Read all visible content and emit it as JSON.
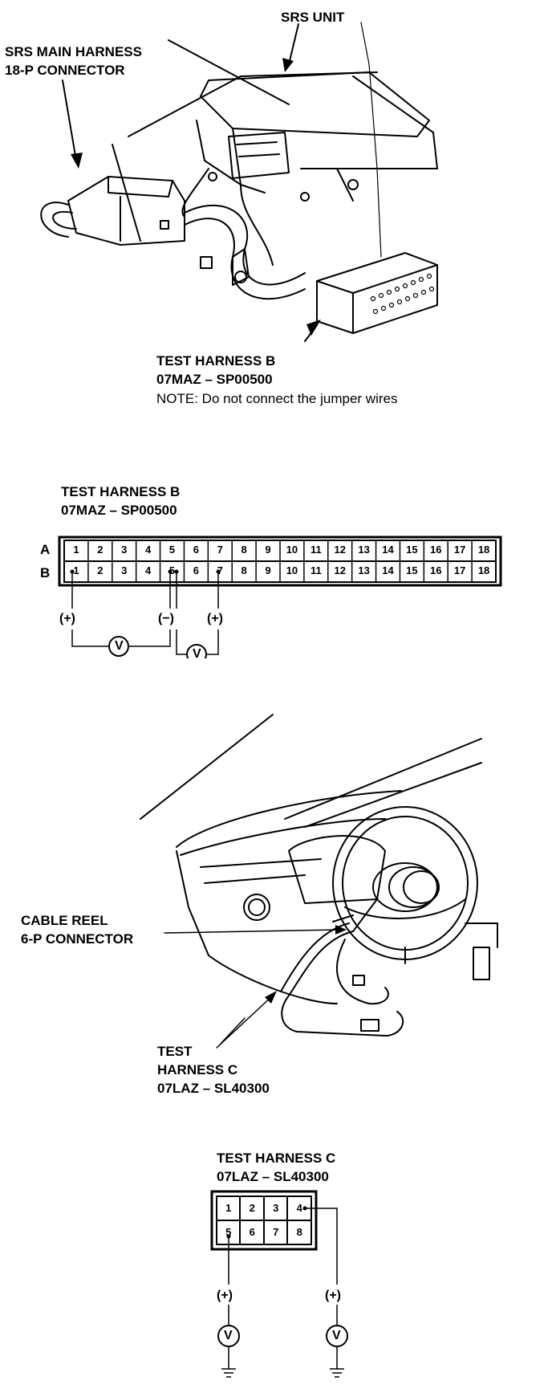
{
  "figure1": {
    "srs_unit": "SRS UNIT",
    "main_harness_line1": "SRS MAIN HARNESS",
    "main_harness_line2": "18-P CONNECTOR",
    "test_harness_b": "TEST HARNESS B",
    "test_harness_b_part": "07MAZ – SP00500",
    "note": "NOTE:  Do not connect the jumper wires"
  },
  "figure2": {
    "title": "TEST HARNESS B",
    "part": "07MAZ – SP00500",
    "row_a": "A",
    "row_b": "B",
    "pins": [
      "1",
      "2",
      "3",
      "4",
      "5",
      "6",
      "7",
      "8",
      "9",
      "10",
      "11",
      "12",
      "13",
      "14",
      "15",
      "16",
      "17",
      "18"
    ],
    "plus": "(+)",
    "minus": "(−)",
    "voltmeter": "V"
  },
  "figure3": {
    "cable_reel_line1": "CABLE REEL",
    "cable_reel_line2": "6-P CONNECTOR",
    "test_line1": "TEST",
    "test_line2": "HARNESS C",
    "part": "07LAZ – SL40300"
  },
  "figure4": {
    "title": "TEST HARNESS C",
    "part": "07LAZ – SL40300",
    "pins_top": [
      "1",
      "2",
      "3",
      "4"
    ],
    "pins_bottom": [
      "5",
      "6",
      "7",
      "8"
    ],
    "plus": "(+)",
    "voltmeter": "V"
  }
}
